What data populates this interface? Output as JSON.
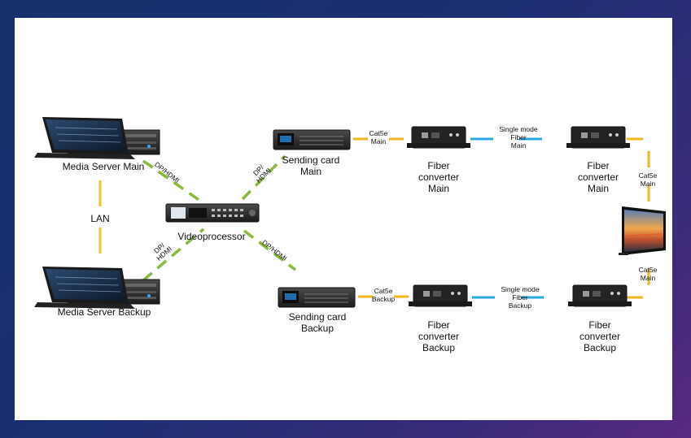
{
  "labels": {
    "media_server_main": "Media Server Main",
    "media_server_backup": "Media Server Backup",
    "lan": "LAN",
    "videoprocessor": "Videoprocessor",
    "sending_card_main": [
      "Sending card",
      "Main"
    ],
    "sending_card_backup": [
      "Sending card",
      "Backup"
    ],
    "fiber_converter_main": [
      "Fiber",
      "converter",
      "Main"
    ],
    "fiber_converter_backup": [
      "Fiber",
      "converter",
      "Backup"
    ],
    "cat5e_main": [
      "Cat5e",
      "Main"
    ],
    "cat5e_backup": [
      "Cat5e",
      "Backup"
    ],
    "single_mode_fiber_main": [
      "Single mode",
      "Fiber",
      "Main"
    ],
    "single_mode_fiber_backup": [
      "Single mode",
      "Fiber",
      "Backup"
    ],
    "dp_hdmi_server_main": "DP/HDMI",
    "dp_hdmi_server_backup": [
      "DP/",
      "HDMI"
    ],
    "dp_hdmi_sending_main": [
      "DP/",
      "HDMI"
    ],
    "dp_hdmi_sending_backup": "DP/HDMI"
  },
  "colors": {
    "cat5e_line": "#f2b51c",
    "lan_line": "#f2c230",
    "fiber_line": "#29a8e0",
    "dp_hdmi_line": "#8ab83a",
    "device_body": "#2b2b2b"
  },
  "icons": {
    "media_server": "laptop-on-rack-server",
    "videoprocessor": "video-processor-device",
    "sending_card": "sending-card-device",
    "fiber_converter": "fiber-converter-box",
    "display": "led-display-screen"
  }
}
